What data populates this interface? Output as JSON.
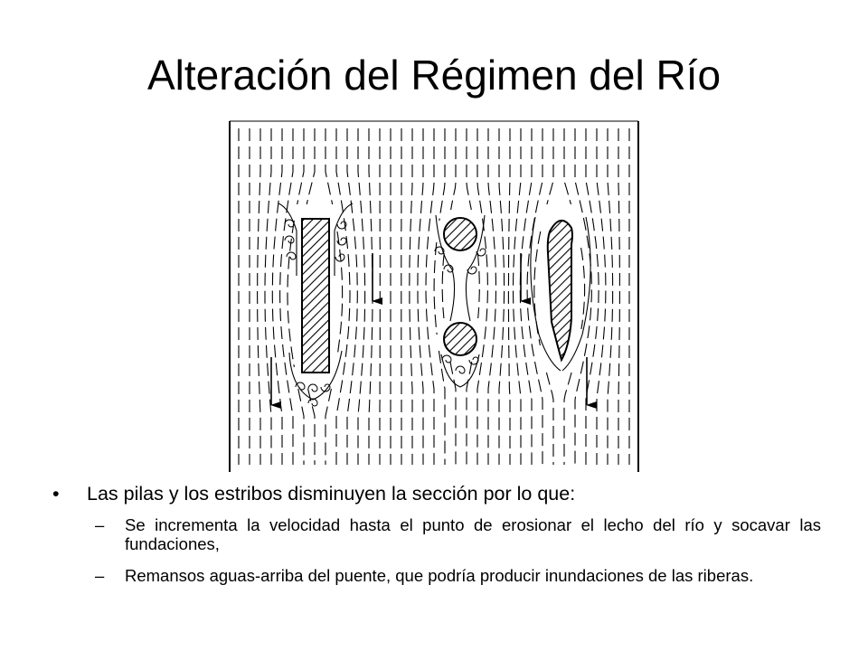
{
  "slide": {
    "title": "Alteración del Régimen del Río",
    "bullet_main": "Las pilas y los estribos disminuyen la sección por lo que:",
    "sub_bullets": [
      "Se incrementa la velocidad hasta el punto de erosionar el lecho del río y socavar las fundaciones,",
      "Remansos aguas-arriba del puente, que podría producir inundaciones de las riberas."
    ],
    "bullet_marker": "•",
    "sub_marker": "–"
  },
  "figure": {
    "piers": [
      "rectangular-pier",
      "twin-circular-piers",
      "pointed-pier"
    ],
    "line_color": "#000000"
  }
}
